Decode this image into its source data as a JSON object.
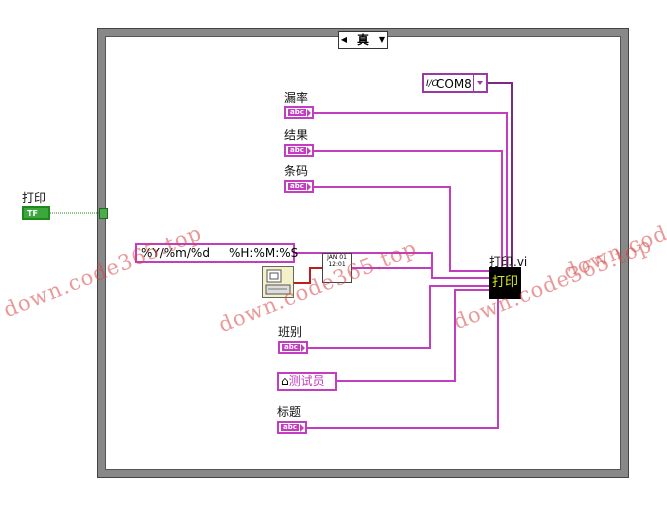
{
  "case_structure": {
    "selector_label": "真"
  },
  "inputs": {
    "print_label": "打印",
    "print_terminal_text": "TF"
  },
  "com_port": {
    "value": "COM8",
    "io_glyph": "I/O"
  },
  "strings": [
    {
      "label": "漏率",
      "glyph": "abc"
    },
    {
      "label": "结果",
      "glyph": "abc"
    },
    {
      "label": "条码",
      "glyph": "abc"
    },
    {
      "label": "班别",
      "glyph": "abc"
    },
    {
      "label": "标题",
      "glyph": "abc"
    }
  ],
  "format_string": "%Y/%m/%d     %H:%M:%S",
  "format_fn_text": "JAN 01 12:01",
  "tester_constant": "测试员",
  "print_subvi": {
    "name": "打印.vi",
    "icon_text": "打印"
  },
  "watermarks": [
    "down.code365.top",
    "down.code365.top",
    "down.code365.top",
    "down.code365.top"
  ],
  "colors": {
    "string_wire": "#c23dbf",
    "bool_wire": "#1e8a1e",
    "refnum_wire": "#7a2a80",
    "frame": "#888888"
  }
}
